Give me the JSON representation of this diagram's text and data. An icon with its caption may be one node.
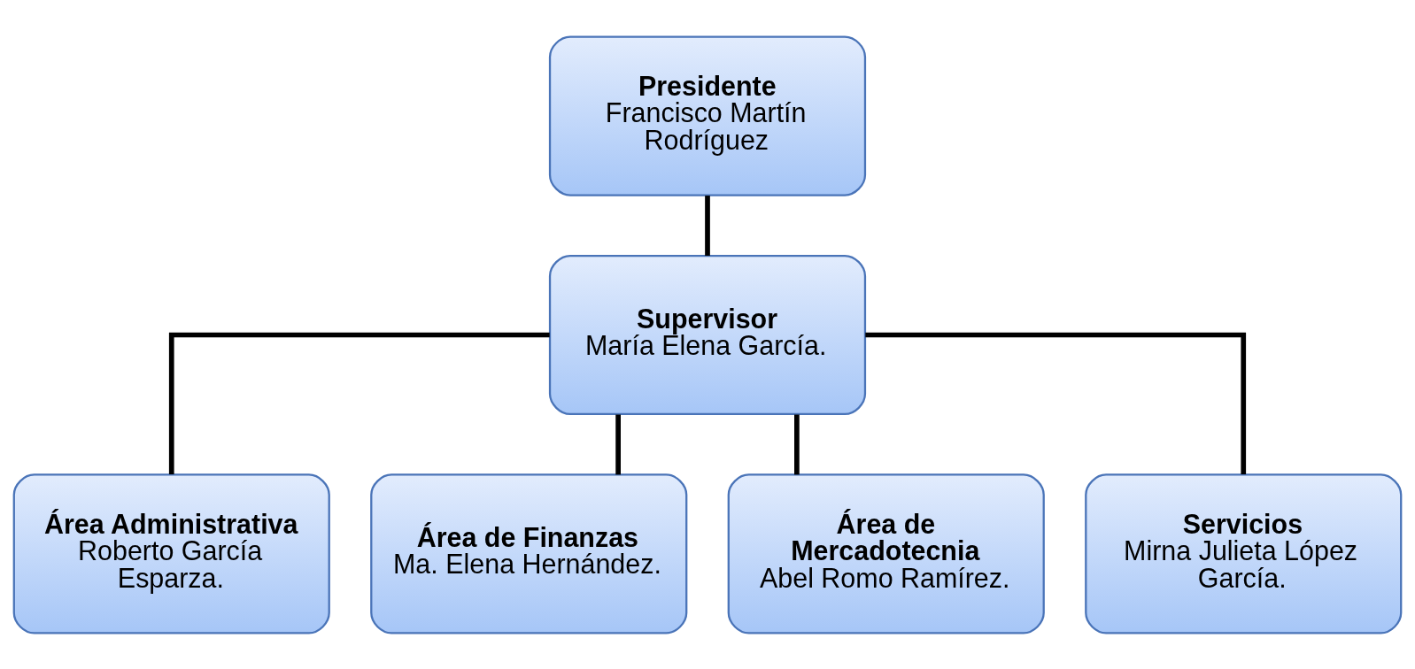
{
  "diagram": {
    "nodes": [
      {
        "text": [
          "Presidente",
          "Francisco Martín Rodríguez"
        ]
      },
      {
        "text": [
          "Supervisor",
          "María Elena García."
        ]
      },
      {
        "text": [
          "Área Administrativa",
          "Roberto García Esparza."
        ]
      },
      {
        "text": [
          "Área de Finanzas",
          "Ma. Elena Hernández."
        ]
      },
      {
        "text": [
          "Área de Mercadotecnia",
          "Abel Romo Ramírez."
        ]
      },
      {
        "text": [
          "Servicios",
          "Mirna Julieta López García."
        ]
      }
    ],
    "edges": [
      {
        "from": 0,
        "to": 1,
        "arrow": "none"
      },
      {
        "from": 1,
        "to": 2,
        "arrow": "none"
      },
      {
        "from": 1,
        "to": 3,
        "arrow": "none"
      },
      {
        "from": 1,
        "to": 4,
        "arrow": "none"
      },
      {
        "from": 1,
        "to": 5,
        "arrow": "none"
      }
    ]
  }
}
